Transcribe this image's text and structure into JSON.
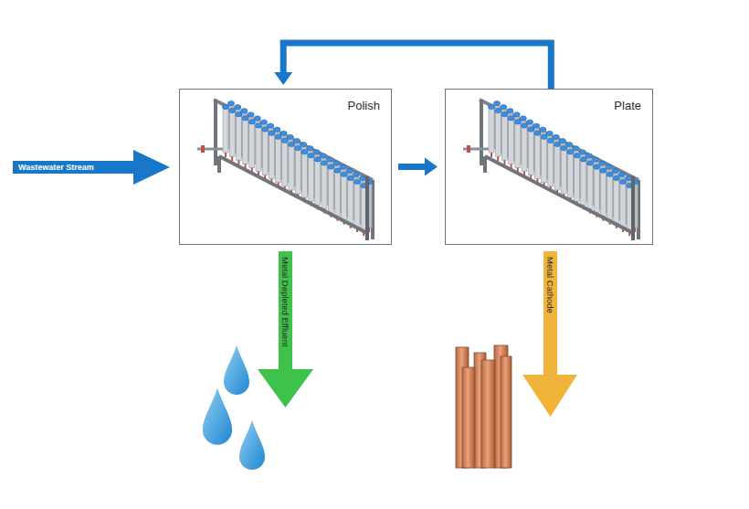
{
  "diagram": {
    "nodes": [
      {
        "text": [
          "Polish"
        ]
      },
      {
        "text": [
          "Plate"
        ]
      }
    ],
    "edges": [
      {
        "from": 0,
        "to": 1,
        "arrow": "to"
      },
      {
        "from": 1,
        "to": 0,
        "arrow": "to"
      }
    ],
    "labels": [
      "Wastewater Stream",
      "Metal Depleted Effluent",
      "Metal Cathode"
    ]
  }
}
